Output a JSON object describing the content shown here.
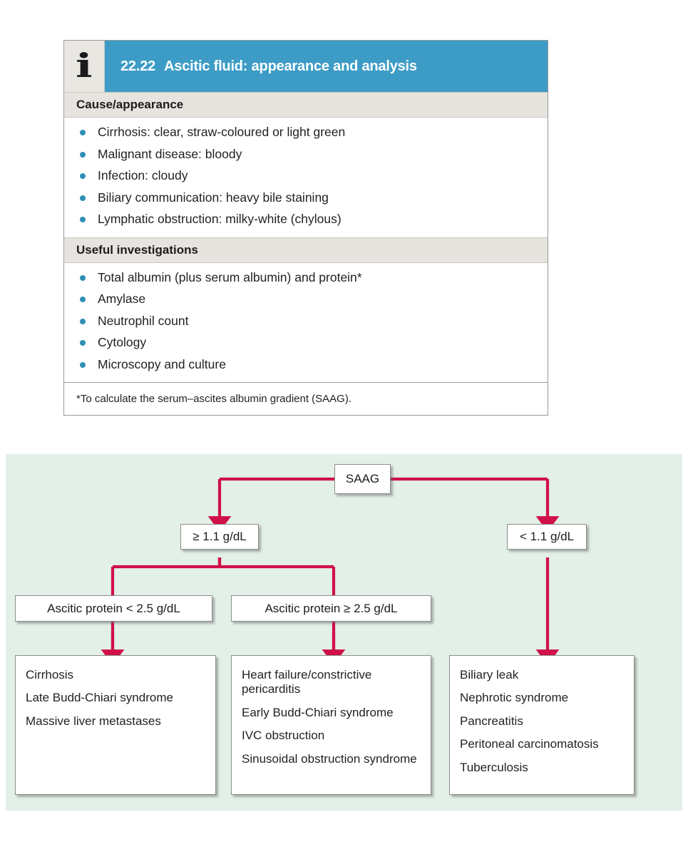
{
  "infobox": {
    "icon": "information-icon",
    "icon_glyph": "i",
    "number": "22.22",
    "title": "Ascitic fluid: appearance and analysis",
    "header_color": "#3d9cc6",
    "bullet_color": "#2e8fb3",
    "sections": [
      {
        "heading": "Cause/appearance",
        "items": [
          "Cirrhosis: clear, straw-coloured or light green",
          "Malignant disease: bloody",
          "Infection: cloudy",
          "Biliary communication: heavy bile staining",
          "Lymphatic obstruction: milky-white (chylous)"
        ]
      },
      {
        "heading": "Useful investigations",
        "items": [
          "Total albumin (plus serum albumin) and protein*",
          "Amylase",
          "Neutrophil count",
          "Cytology",
          "Microscopy and culture"
        ]
      }
    ],
    "footnote": "*To calculate the serum–ascites albumin gradient (SAAG)."
  },
  "flowchart": {
    "background_color": "#e3f0e7",
    "connector_color": "#d01049",
    "root": "SAAG",
    "branch_left": "≥ 1.1 g/dL",
    "branch_right": "< 1.1 g/dL",
    "protein_low": "Ascitic protein < 2.5 g/dL",
    "protein_high": "Ascitic protein ≥ 2.5 g/dL",
    "outcomes_low_protein": [
      "Cirrhosis",
      "Late Budd-Chiari syndrome",
      "Massive liver metastases"
    ],
    "outcomes_high_protein": [
      "Heart failure/constrictive pericarditis",
      "Early Budd-Chiari syndrome",
      "IVC obstruction",
      "Sinusoidal obstruction syndrome"
    ],
    "outcomes_low_saag": [
      "Biliary leak",
      "Nephrotic syndrome",
      "Pancreatitis",
      "Peritoneal carcinomatosis",
      "Tuberculosis"
    ]
  }
}
